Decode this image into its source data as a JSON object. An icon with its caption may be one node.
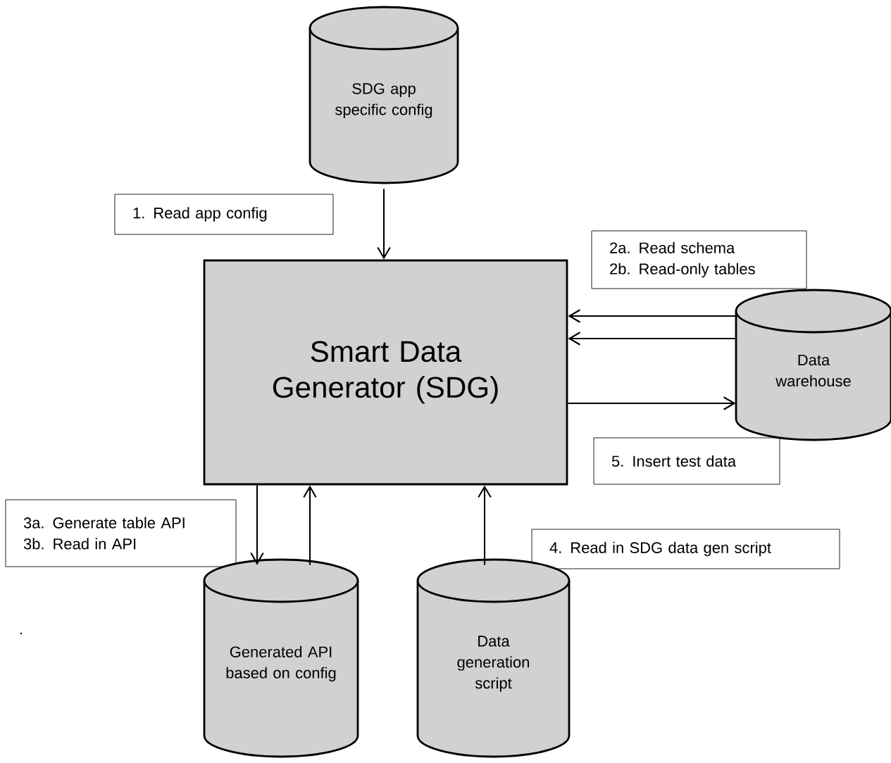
{
  "diagram": {
    "nodes": [
      {
        "text": [
          "SDG app specific config"
        ]
      },
      {
        "text": [
          "1. Read app config"
        ]
      },
      {
        "text": [
          "Smart Data Generator (SDG)"
        ]
      },
      {
        "text": [
          "2a. Read schema",
          "2b. Read-only tables"
        ]
      },
      {
        "text": [
          "Data warehouse"
        ]
      },
      {
        "text": [
          "5. Insert test data"
        ]
      },
      {
        "text": [
          "3a. Generate table API",
          "3b. Read in API"
        ]
      },
      {
        "text": [
          "4. Read in SDG data gen script"
        ]
      },
      {
        "text": [
          "Generated API based on config"
        ]
      },
      {
        "text": [
          "Data generation script"
        ]
      }
    ],
    "edges": [
      {
        "from": 0,
        "to": 2,
        "arrow": "to"
      },
      {
        "from": 4,
        "to": 2,
        "arrow": "to"
      },
      {
        "from": 4,
        "to": 2,
        "arrow": "to"
      },
      {
        "from": 2,
        "to": 4,
        "arrow": "to"
      },
      {
        "from": 2,
        "to": 8,
        "arrow": "to"
      },
      {
        "from": 8,
        "to": 2,
        "arrow": "to"
      },
      {
        "from": 9,
        "to": 2,
        "arrow": "to"
      }
    ],
    "labels": [
      "."
    ]
  }
}
